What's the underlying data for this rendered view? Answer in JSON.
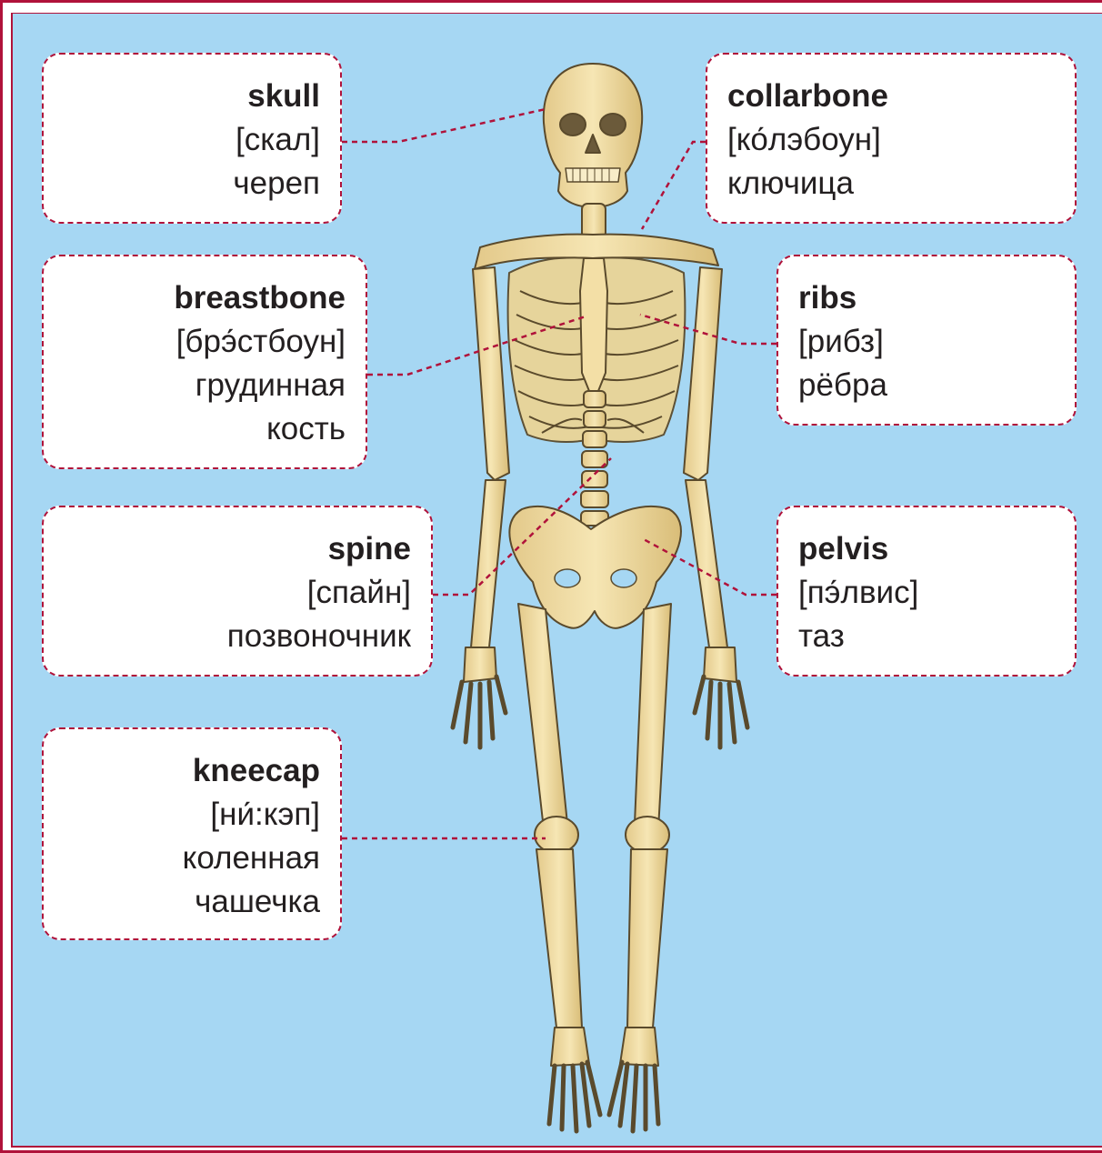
{
  "labels": {
    "skull": {
      "english": "skull",
      "transcription": "[скал]",
      "russian": "череп",
      "russian_line2": ""
    },
    "collarbone": {
      "english": "collarbone",
      "transcription": "[ко́лэбоун]",
      "russian": "ключица",
      "russian_line2": ""
    },
    "breastbone": {
      "english": "breastbone",
      "transcription": "[брэ́стбоун]",
      "russian": "грудинная",
      "russian_line2": "кость"
    },
    "ribs": {
      "english": "ribs",
      "transcription": "[рибз]",
      "russian": "рёбра",
      "russian_line2": ""
    },
    "spine": {
      "english": "spine",
      "transcription": "[спайн]",
      "russian": "позвоночник",
      "russian_line2": ""
    },
    "pelvis": {
      "english": "pelvis",
      "transcription": "[пэ́лвис]",
      "russian": "таз",
      "russian_line2": ""
    },
    "kneecap": {
      "english": "kneecap",
      "transcription": "[ни́:кэп]",
      "russian": "коленная",
      "russian_line2": "чашечка"
    }
  },
  "colors": {
    "background": "#a6d7f3",
    "border_accent": "#b0123a",
    "bone_fill": "#f1dca3",
    "bone_shade": "#dcc07c",
    "bone_outline": "#5a4a2c",
    "text": "#231f20"
  }
}
